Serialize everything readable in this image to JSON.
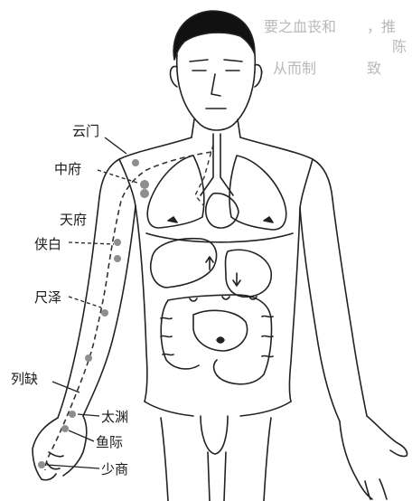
{
  "background_text": [
    "要之血丧和",
    "，推",
    "陈",
    "，从而制",
    "致"
  ],
  "points": [
    {
      "id": "yunmen",
      "label": "云门"
    },
    {
      "id": "zhongfu",
      "label": "中府"
    },
    {
      "id": "tianfu",
      "label": "天府"
    },
    {
      "id": "xiabai",
      "label": "侠白"
    },
    {
      "id": "chize",
      "label": "尺泽"
    },
    {
      "id": "lieque",
      "label": "列缺"
    },
    {
      "id": "taiyuan",
      "label": "太渊"
    },
    {
      "id": "yuji",
      "label": "鱼际"
    },
    {
      "id": "shaoshang",
      "label": "少商"
    }
  ],
  "colors": {
    "line": "#222222",
    "dot": "#8e8e8e",
    "bg_text": "#b9b9b9"
  }
}
